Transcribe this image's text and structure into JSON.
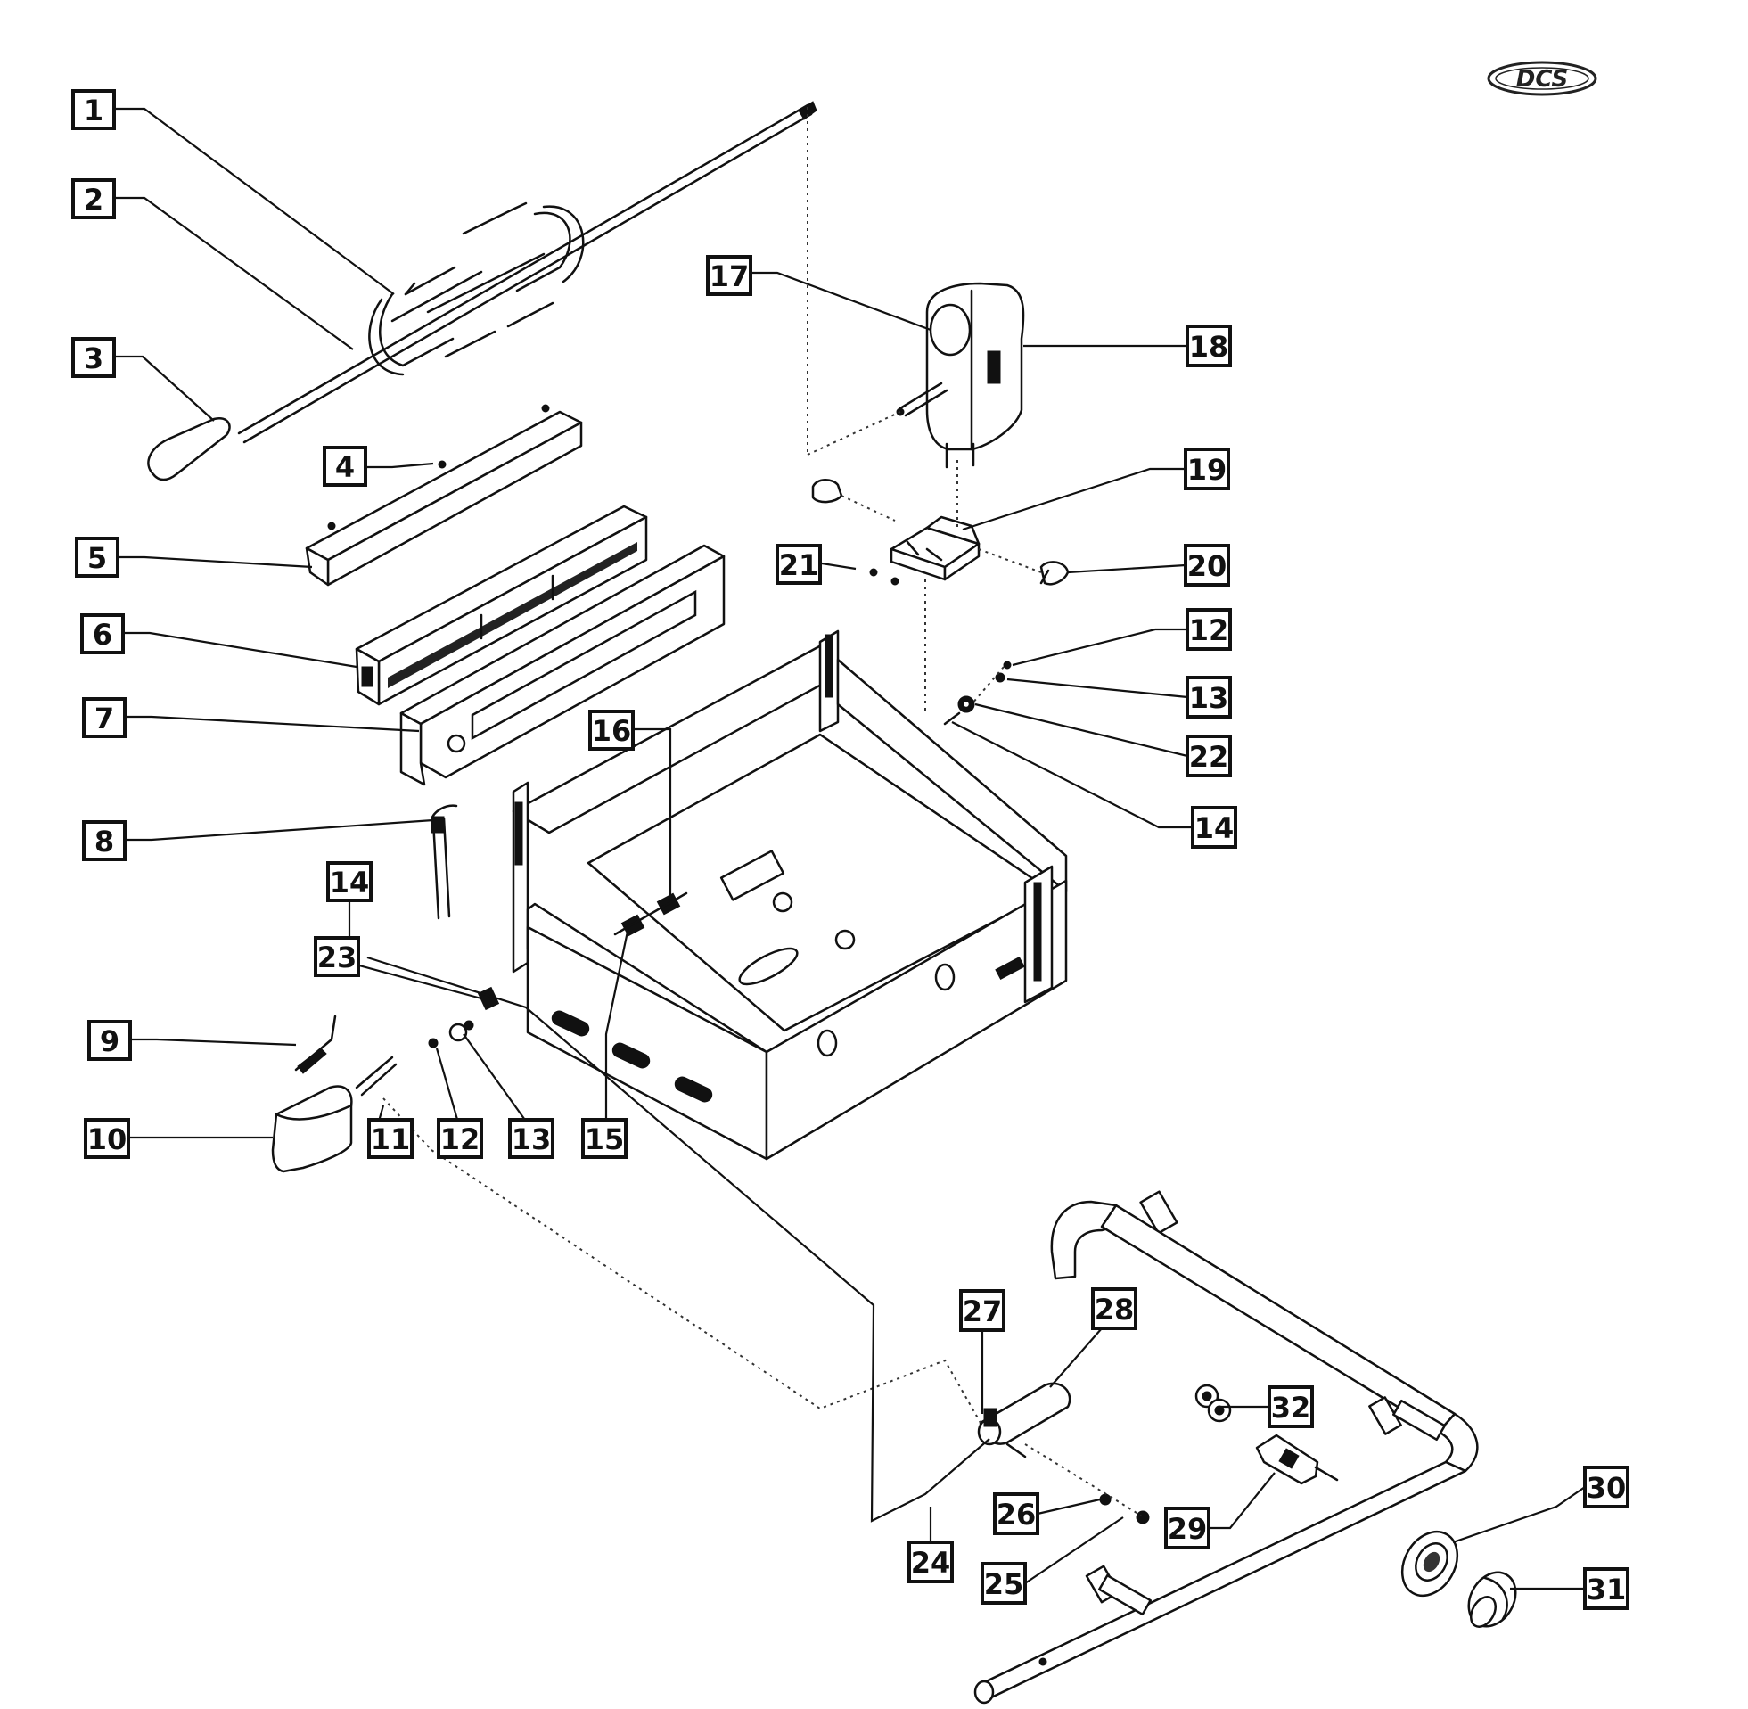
{
  "brand": {
    "logo_text": "DCS"
  },
  "callouts": [
    {
      "id": "c1",
      "label": "1"
    },
    {
      "id": "c2",
      "label": "2"
    },
    {
      "id": "c3",
      "label": "3"
    },
    {
      "id": "c4",
      "label": "4"
    },
    {
      "id": "c5",
      "label": "5"
    },
    {
      "id": "c6",
      "label": "6"
    },
    {
      "id": "c7",
      "label": "7"
    },
    {
      "id": "c8",
      "label": "8"
    },
    {
      "id": "c9",
      "label": "9"
    },
    {
      "id": "c10",
      "label": "10"
    },
    {
      "id": "c11",
      "label": "11"
    },
    {
      "id": "c12a",
      "label": "12"
    },
    {
      "id": "c13a",
      "label": "13"
    },
    {
      "id": "c14a",
      "label": "14"
    },
    {
      "id": "c15",
      "label": "15"
    },
    {
      "id": "c16",
      "label": "16"
    },
    {
      "id": "c17",
      "label": "17"
    },
    {
      "id": "c18",
      "label": "18"
    },
    {
      "id": "c19",
      "label": "19"
    },
    {
      "id": "c20",
      "label": "20"
    },
    {
      "id": "c21",
      "label": "21"
    },
    {
      "id": "c12b",
      "label": "12"
    },
    {
      "id": "c13b",
      "label": "13"
    },
    {
      "id": "c22",
      "label": "22"
    },
    {
      "id": "c14b",
      "label": "14"
    },
    {
      "id": "c23",
      "label": "23"
    },
    {
      "id": "c24",
      "label": "24"
    },
    {
      "id": "c25",
      "label": "25"
    },
    {
      "id": "c26",
      "label": "26"
    },
    {
      "id": "c27",
      "label": "27"
    },
    {
      "id": "c28",
      "label": "28"
    },
    {
      "id": "c29",
      "label": "29"
    },
    {
      "id": "c30",
      "label": "30"
    },
    {
      "id": "c31",
      "label": "31"
    },
    {
      "id": "c32",
      "label": "32"
    }
  ],
  "colors": {
    "ink": "#111111",
    "paper": "#ffffff"
  }
}
